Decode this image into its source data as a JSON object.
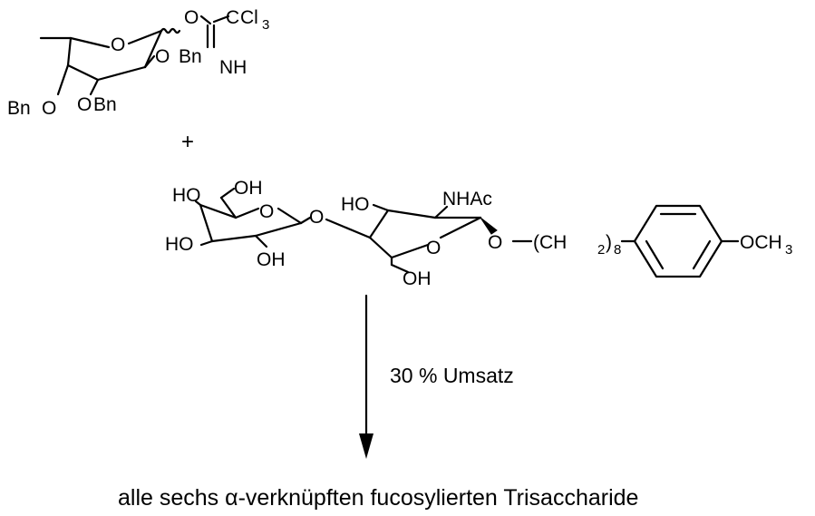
{
  "donor": {
    "ring_o": "O",
    "anomeric_o": "O",
    "c": "C",
    "cl": "Cl",
    "cl_sub": "3",
    "nh": "NH",
    "o2": "O",
    "bn2": "Bn",
    "o3": "O",
    "bn3": "Bn",
    "bn4": "Bn",
    "o4": "O"
  },
  "plus": "+",
  "acceptor": {
    "gal_ho4": "HO",
    "gal_oh6": "OH",
    "gal_ring_o": "O",
    "gal_ho3": "HO",
    "gal_oh2": "OH",
    "link_o": "O",
    "glc_ho": "HO",
    "nhac": "NHAc",
    "glc_ring_o": "O",
    "glc_oh6": "OH",
    "aglycon_o": "O",
    "ch2_open": "(CH",
    "ch2_sub": "2",
    "ch2_close": ")",
    "n_sub": "8",
    "och3_main": "OCH",
    "och3_sub": "3"
  },
  "conditions": "30 % Umsatz",
  "product": "alle sechs α-verknüpften fucosylierten Trisaccharide"
}
